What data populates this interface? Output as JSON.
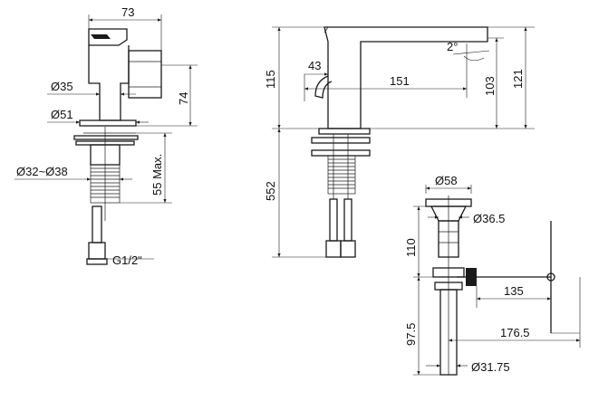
{
  "drawing": {
    "type": "technical-drawing",
    "subject": "basin mixer and pop-up waste"
  },
  "dimensions": {
    "front": {
      "width_top": "73",
      "height_lever": "74",
      "dia_body": "Ø35",
      "dia_base": "Ø51",
      "dia_hole": "Ø32~Ø38",
      "deck_max": "55 Max.",
      "thread": "G1/2ʺ"
    },
    "side": {
      "height_top": "115",
      "lever_offset": "43",
      "tilt": "2°",
      "spout_reach": "151",
      "spout_height": "103",
      "overall_height": "121",
      "hose_length": "552"
    },
    "waste": {
      "dia_plug": "Ø58",
      "dia_inner": "Ø36.5",
      "height_upper": "110",
      "rod_length": "135",
      "height_lower": "97.5",
      "overall_rod": "176.5",
      "dia_tail": "Ø31.75"
    }
  }
}
